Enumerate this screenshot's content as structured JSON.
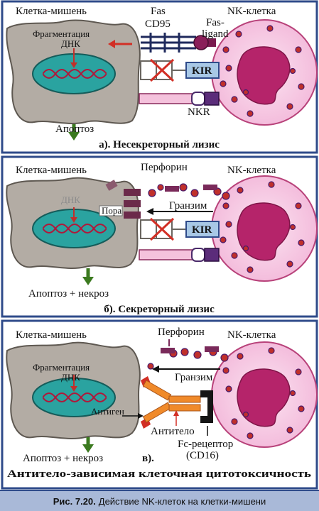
{
  "panel_a": {
    "target_cell": "Клетка-мишень",
    "nk_cell": "NK-клетка",
    "fas_line1": "Fas",
    "fas_line2": "CD95",
    "fasligand_line1": "Fas-",
    "fasligand_line2": "ligand",
    "dna_frag_line1": "Фрагментация",
    "dna_frag_line2": "ДНК",
    "kir": "KIR",
    "nkr": "NKR",
    "outcome": "Апоптоз",
    "title": "а). Несекреторный лизис"
  },
  "panel_b": {
    "target_cell": "Клетка-мишень",
    "nk_cell": "NK-клетка",
    "perforin": "Перфорин",
    "granzyme": "Гранзим",
    "pore": "Пора",
    "dna": "ДНК",
    "kir": "KIR",
    "outcome": "Апоптоз + некроз",
    "title": "б). Секреторный лизис"
  },
  "panel_c": {
    "target_cell": "Клетка-мишень",
    "nk_cell": "NK-клетка",
    "perforin": "Перфорин",
    "granzyme": "Гранзим",
    "dna_frag_line1": "Фрагментация",
    "dna_frag_line2": "ДНК",
    "antigen": "Антиген",
    "antibody": "Антитело",
    "fc_line1": "Fc-рецептор",
    "fc_line2": "(CD16)",
    "outcome": "Апоптоз + некроз",
    "label_v": "в).",
    "title": "Антитело-зависимая клеточная цитотоксичность"
  },
  "caption": {
    "figure": "Рис. 7.20.",
    "text": "Действие NK-клеток на клетки-мишени"
  }
}
